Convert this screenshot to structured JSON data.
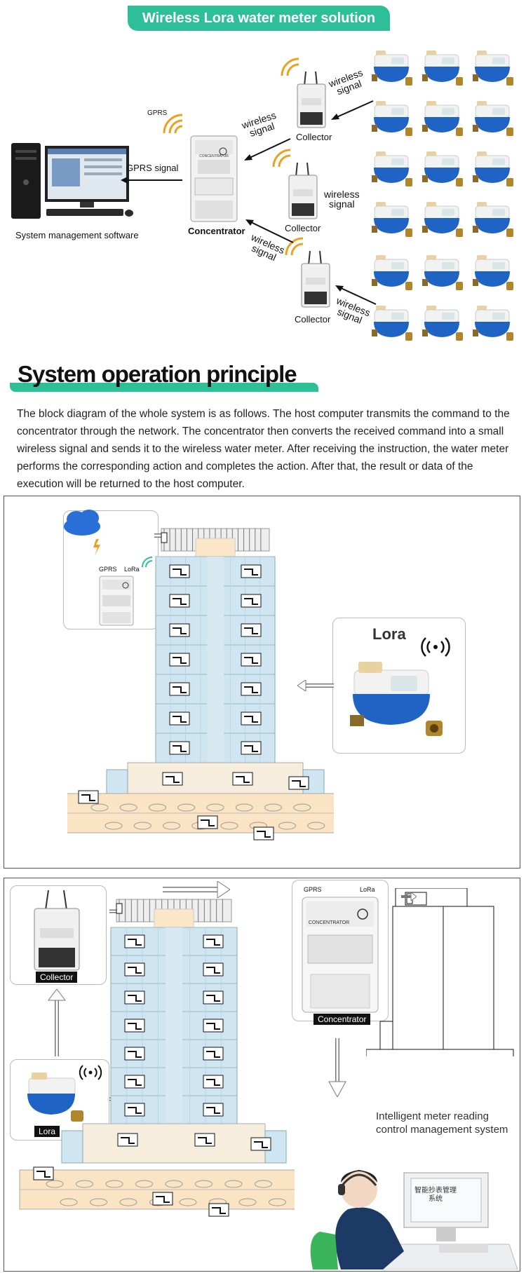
{
  "banner": "Wireless Lora water meter solution",
  "top_diagram": {
    "gprs": "GPRS",
    "gprs_signal": "GPRS signal",
    "software": "System management software",
    "concentrator": "Concentrator",
    "collector": "Collector",
    "wireless": "wireless",
    "signal": "signal"
  },
  "section_title": "System operation principle",
  "paragraph": "The block diagram of the whole system is as follows. The host computer transmits the command to the concentrator through the network. The concentrator then converts the received command into a small wireless signal and sends it to the wireless water meter. After receiving the instruction, the water meter performs the corresponding action and completes the action. After that, the result or data of the execution will be returned to the host computer.",
  "panel1": {
    "gprs_small": "GPRS",
    "lora_small": "LoRa",
    "lora_title": "Lora"
  },
  "panel2": {
    "collector": "Collector",
    "lora": "Lora",
    "concentrator": "Concentrator",
    "system": "Intelligent meter reading control management system",
    "chinese_screen": "智能抄表管理系统"
  },
  "colors": {
    "accent": "#2ebf98",
    "meter_blue": "#1f63c4",
    "building": "#cfe6f2"
  }
}
